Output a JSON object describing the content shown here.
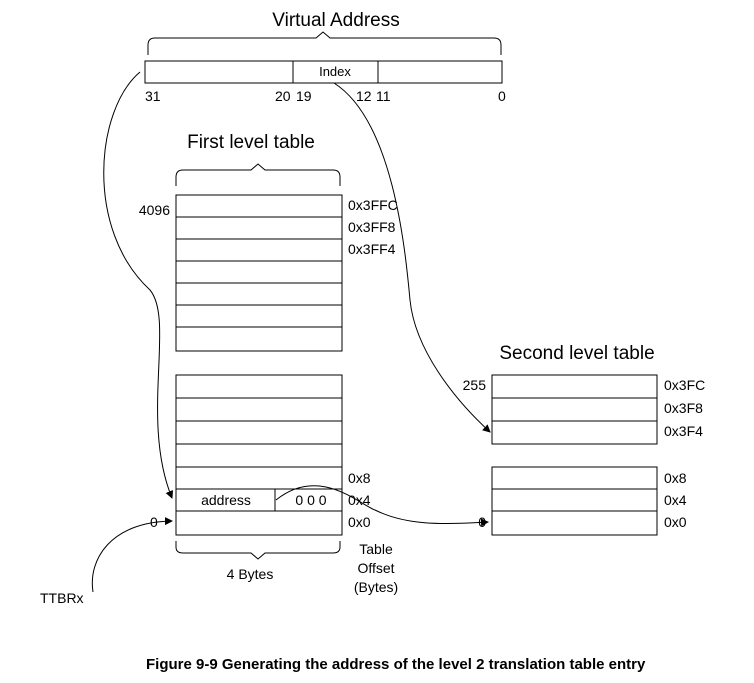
{
  "virtual_address": {
    "title": "Virtual Address",
    "index_label": "Index",
    "bits": {
      "b31": "31",
      "b20": "20",
      "b19": "19",
      "b12": "12",
      "b11": "11",
      "b0": "0"
    }
  },
  "first_level": {
    "title": "First level table",
    "entry_count": "4096",
    "top_offsets": [
      "0x3FFC",
      "0x3FF8",
      "0x3FF4"
    ],
    "bottom_offsets": [
      "0x8",
      "0x4",
      "0x0"
    ],
    "address_label": "address",
    "zero_bits": "0 0 0",
    "zero_index": "0",
    "width_label": "4 Bytes",
    "offset_caption": [
      "Table",
      "Offset",
      "(Bytes)"
    ]
  },
  "second_level": {
    "title": "Second level table",
    "entry_count": "255",
    "top_offsets": [
      "0x3FC",
      "0x3F8",
      "0x3F4"
    ],
    "bottom_offsets": [
      "0x8",
      "0x4",
      "0x0"
    ],
    "zero_index": "0"
  },
  "ttbr": {
    "label": "TTBRx"
  },
  "caption": "Figure 9-9 Generating the address of the level 2 translation table entry"
}
